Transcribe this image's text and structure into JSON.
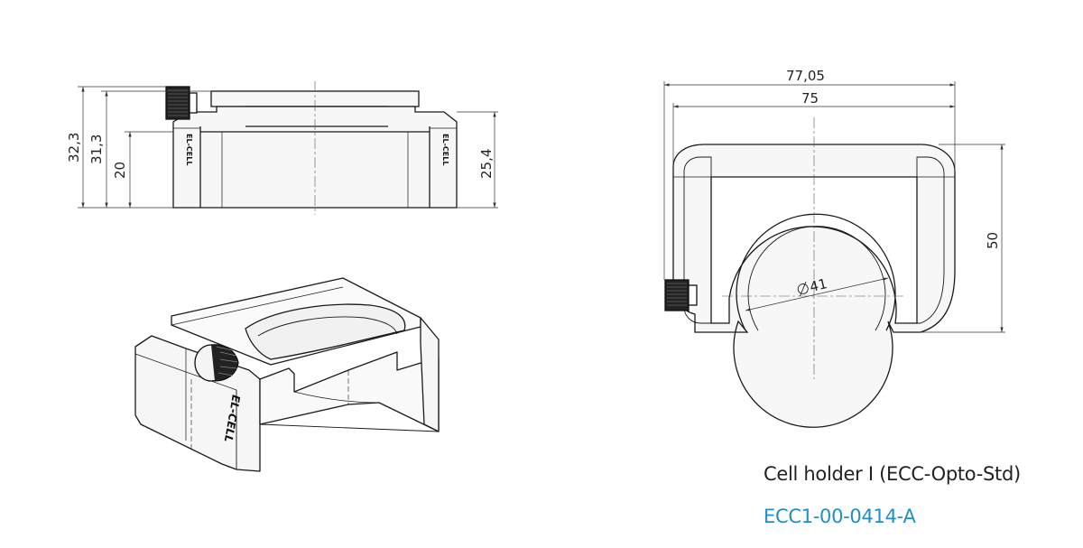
{
  "front_view": {
    "dim_overall_height": "32,3",
    "dim_body_height": "31,3",
    "dim_inner_height": "20",
    "dim_right_height": "25,4",
    "logo_text": "EL-CELL"
  },
  "top_view": {
    "dim_overall_width": "77,05",
    "dim_width": "75",
    "dim_depth": "50",
    "dim_diameter": "41"
  },
  "iso_view": {
    "logo_text": "EL-CELL"
  },
  "caption": {
    "title": "Cell holder I (ECC-Opto-Std)",
    "part_number": "ECC1-00-0414-A"
  },
  "colors": {
    "line": "#1a1a1a",
    "dim": "#333333",
    "fill": "#f3f3f3",
    "part_number": "#1f8fc6"
  }
}
